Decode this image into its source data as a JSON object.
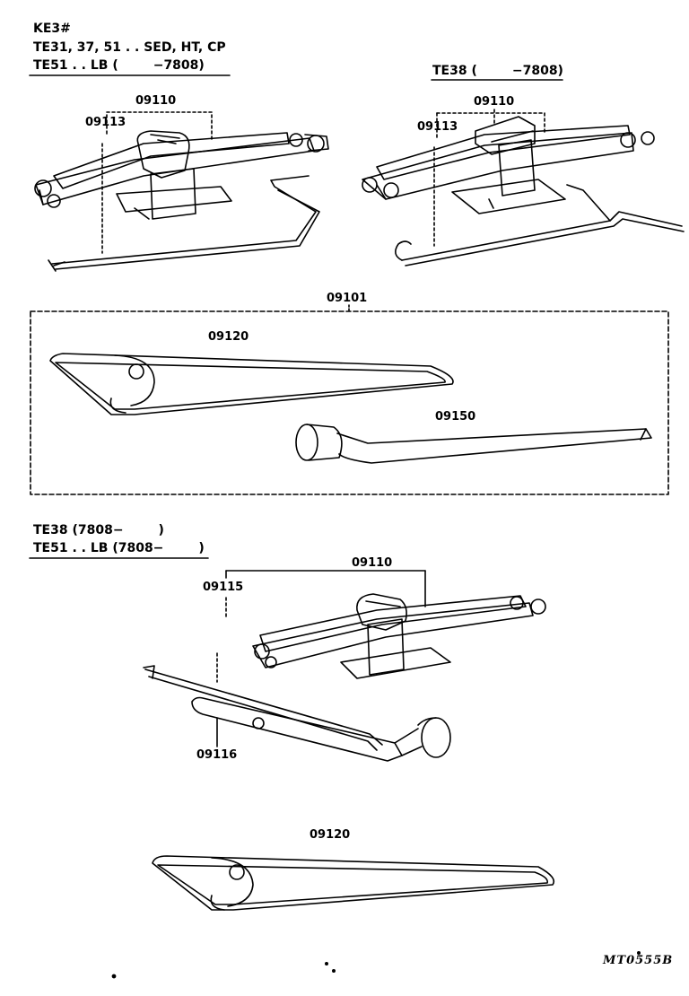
{
  "section_a": {
    "line1": "KE3#",
    "line2": "TE31, 37, 51 . . SED, HT, CP",
    "line3": "TE51 . . LB (        −7808)"
  },
  "section_b": {
    "heading": "TE38 (        −7808)"
  },
  "section_c": {
    "line1": "TE38 (7808−        )",
    "line2": "TE51 . . LB (7808−        )"
  },
  "parts": {
    "a_jack": "09110",
    "a_handle": "09113",
    "b_jack": "09110",
    "b_handle": "09113",
    "kit": "09101",
    "bag_top": "09120",
    "wrench": "09150",
    "c_jack": "09110",
    "c_handle": "09115",
    "c_wrench": "09116",
    "bag_bottom": "09120"
  },
  "footer": {
    "code": "MT0555B"
  }
}
